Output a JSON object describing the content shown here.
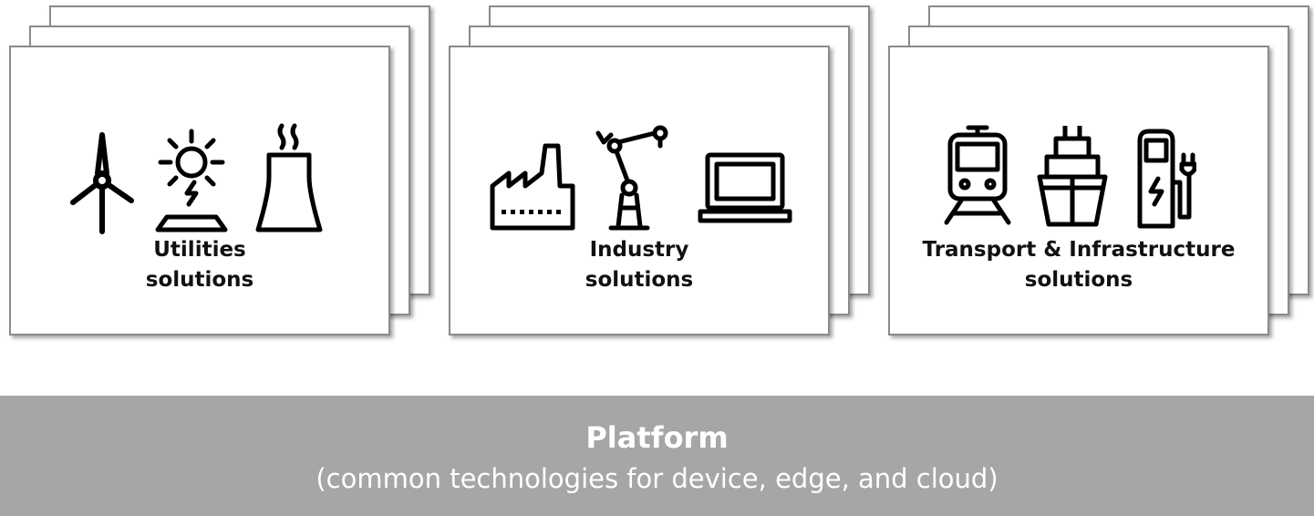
{
  "segments": [
    {
      "line1": "Utilities",
      "line2": "solutions",
      "icons": [
        "wind-turbine-icon",
        "solar-panel-icon",
        "cooling-tower-icon"
      ]
    },
    {
      "line1": "Industry",
      "line2": "solutions",
      "icons": [
        "factory-icon",
        "robot-arm-icon",
        "laptop-icon"
      ]
    },
    {
      "line1": "Transport & Infrastructure",
      "line2": "solutions",
      "icons": [
        "train-icon",
        "ship-icon",
        "ev-charger-icon"
      ]
    }
  ],
  "platform": {
    "title": "Platform",
    "subtitle": "(common technologies for device, edge, and cloud)"
  },
  "colors": {
    "platform_bg": "#a6a6a6",
    "card_border": "#8a8a8a",
    "icon": "#000000"
  }
}
